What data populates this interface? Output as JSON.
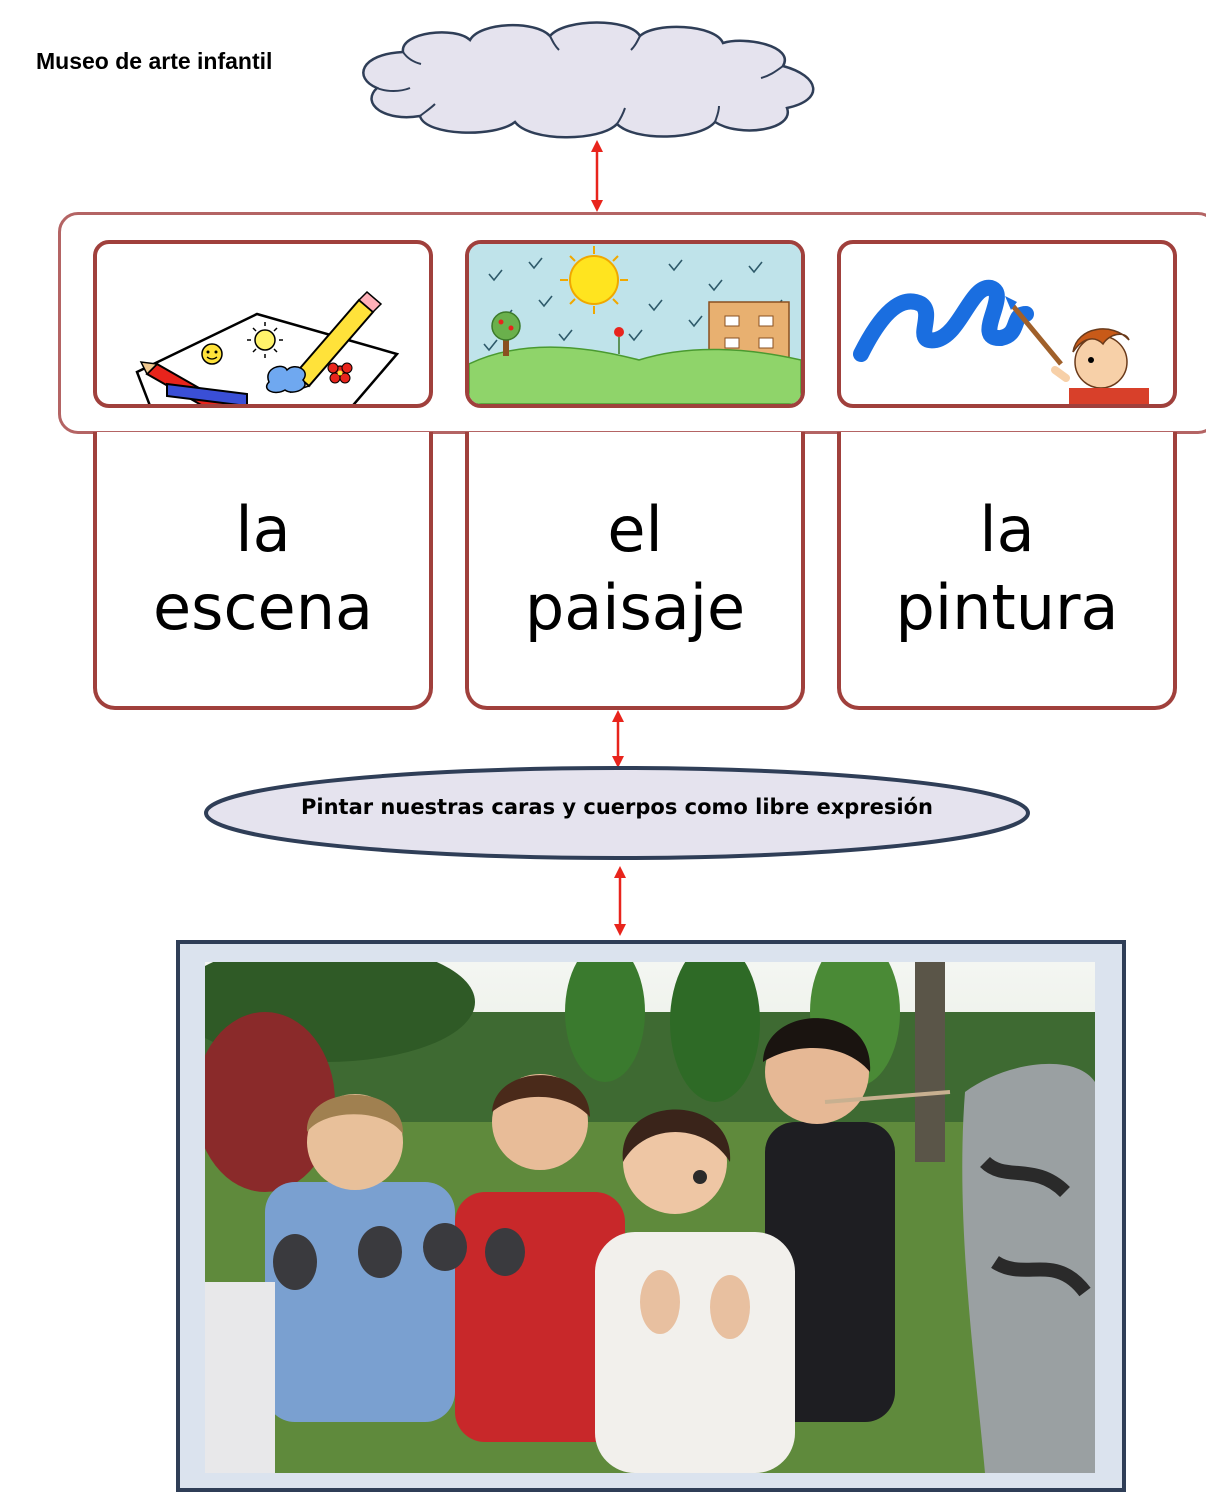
{
  "title": "Museo de arte infantil",
  "cards": [
    {
      "image": "drawing-supplies-illustration",
      "article": "la",
      "noun": "escena"
    },
    {
      "image": "child-landscape-drawing",
      "article": "el",
      "noun": "paisaje"
    },
    {
      "image": "painting-boy-illustration",
      "article": "la",
      "noun": "pintura"
    }
  ],
  "caption": "Pintar nuestras caras y cuerpos como libre expresión",
  "photo": "children-with-painted-hands-photo",
  "colors": {
    "card_border": "#a0403c",
    "group_border": "#b46464",
    "cloud_fill": "#e5e3ee",
    "ellipse_fill": "#e5e3ee",
    "ellipse_border": "#2f3e57",
    "arrow": "#e8241c",
    "photo_frame": "#2f3e57"
  }
}
